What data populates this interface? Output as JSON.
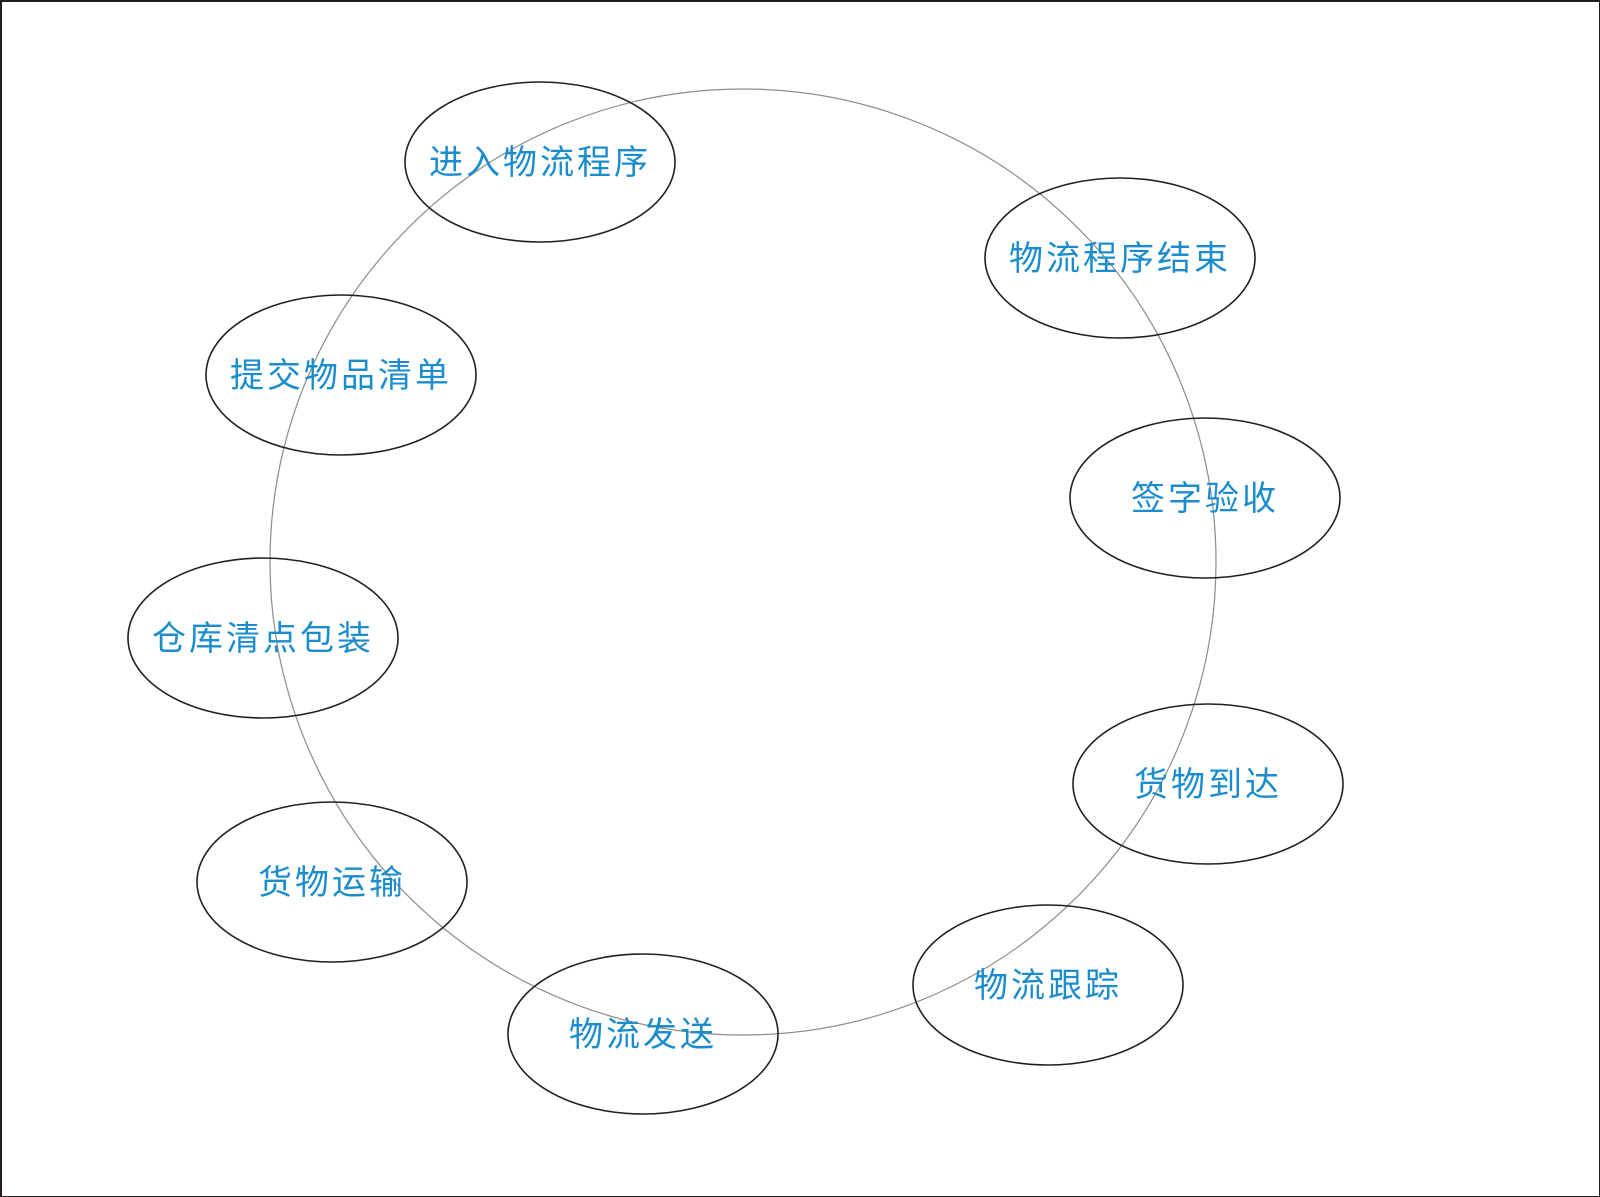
{
  "colors": {
    "label": "#1b8ccc",
    "ellipse_stroke": "#231f20",
    "ring_stroke": "#8c8c8c",
    "background": "#ffffff"
  },
  "nodes": [
    "进入物流程序",
    "提交物品清单",
    "仓库清点包装",
    "货物运输",
    "物流发送",
    "物流跟踪",
    "货物到达",
    "签字验收",
    "物流程序结束"
  ]
}
